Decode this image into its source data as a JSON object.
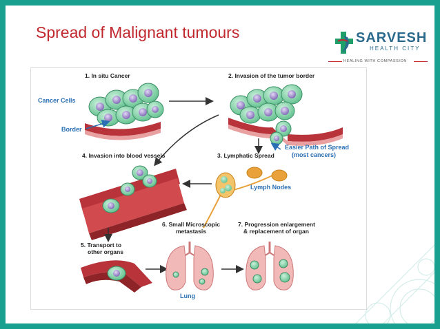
{
  "slide": {
    "title": "Spread of Malignant tumours"
  },
  "logo": {
    "name": "SARVESH",
    "subtitle": "HEALTH CITY",
    "tagline": "HEALING WITH COMPASSION"
  },
  "figure": {
    "steps": {
      "s1": "1. In situ Cancer",
      "s2": "2. Invasion of the tumor border",
      "s3": "3. Lymphatic Spread",
      "s4": "4. Invasion into blood vessels",
      "s5a": "5. Transport to",
      "s5b": "other organs",
      "s6a": "6. Small Microscopic",
      "s6b": "metastasis",
      "s7a": "7. Progression enlargement",
      "s7b": "& replacement of organ"
    },
    "labels": {
      "cancer_cells": "Cancer Cells",
      "border": "Border",
      "easier_path_a": "Easier Path of Spread",
      "easier_path_b": "(most cancers)",
      "lymph_nodes": "Lymph Nodes",
      "lung": "Lung"
    },
    "colors": {
      "label_blue": "#2a6fb3",
      "title_red": "#c0282e",
      "cell_green": "#8fd6b0",
      "nucleus_purple": "#9b86c8",
      "vessel_red": "#b8343a",
      "lymph_orange": "#e9a23b",
      "lung_pink": "#f2b9b9"
    }
  }
}
